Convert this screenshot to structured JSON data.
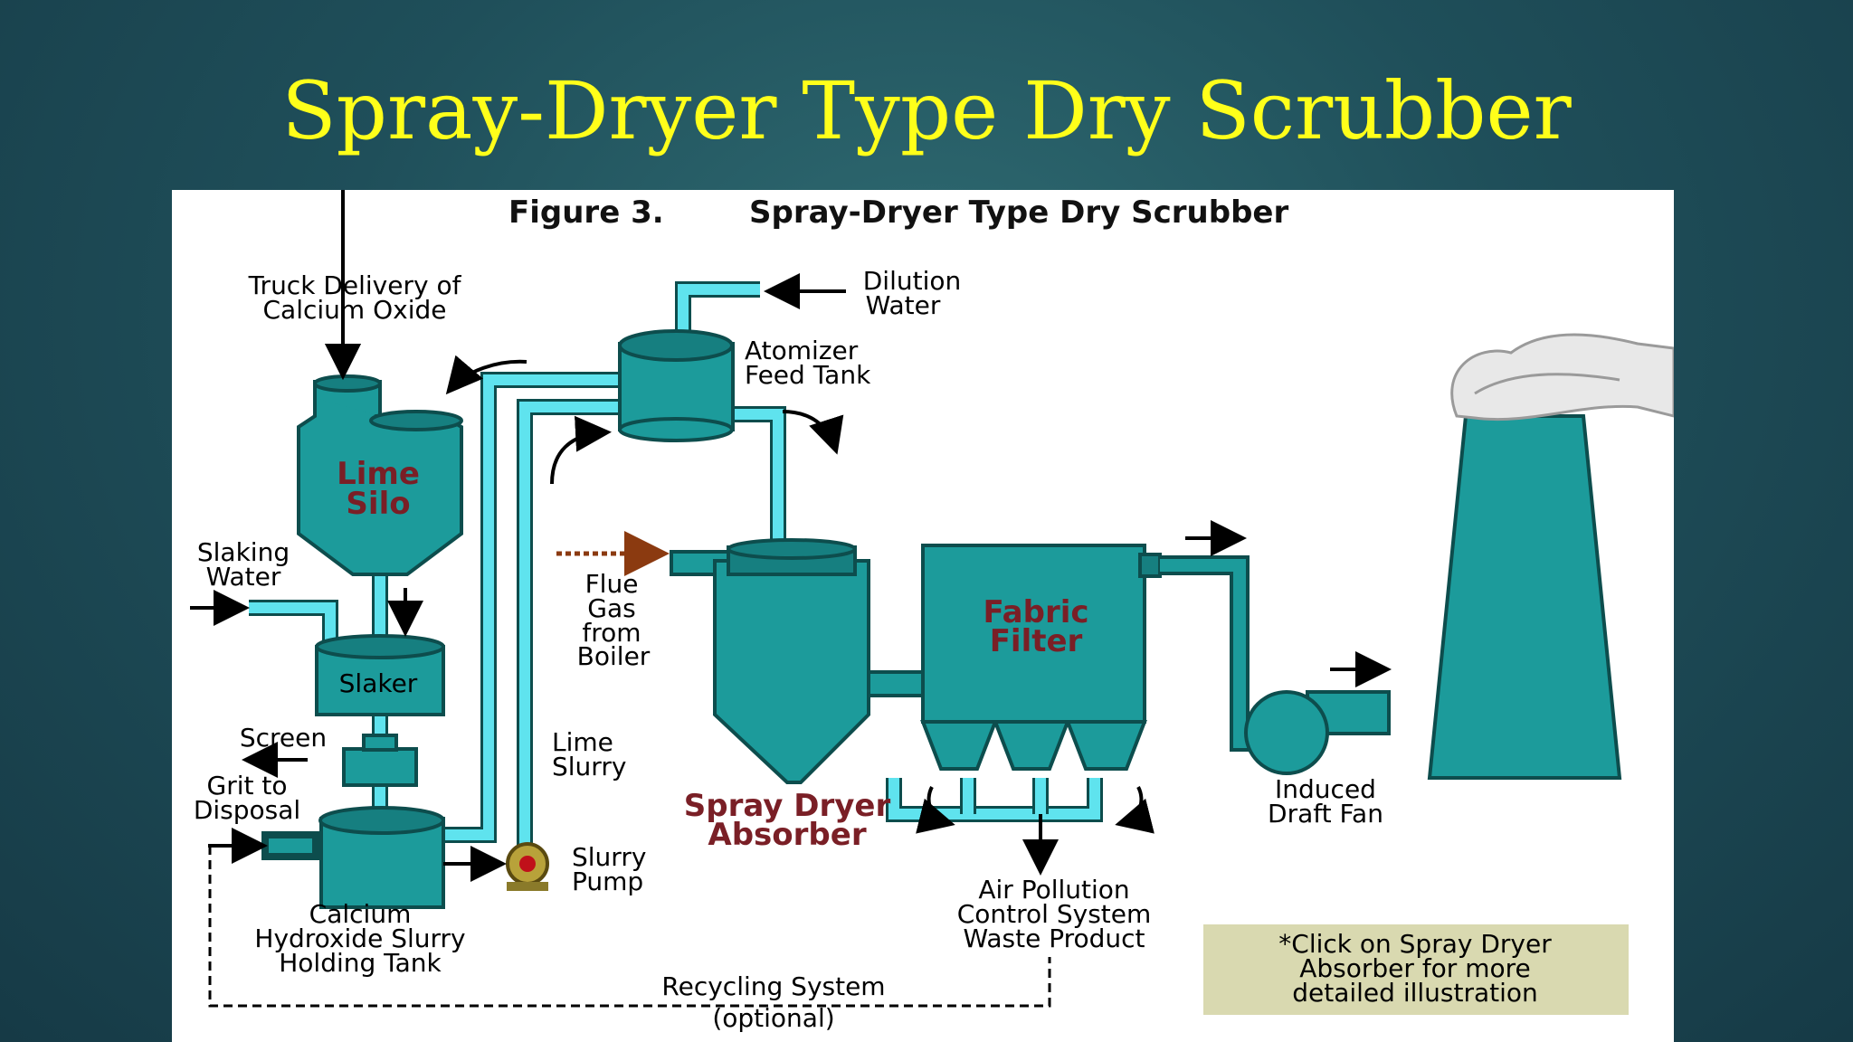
{
  "slide": {
    "title": "Spray-Dryer Type Dry Scrubber"
  },
  "figure": {
    "caption_number": "Figure 3.",
    "caption_title": "Spray-Dryer Type Dry Scrubber",
    "labels": {
      "truck_delivery_1": "Truck Delivery of",
      "truck_delivery_2": "Calcium Oxide",
      "lime_silo_1": "Lime",
      "lime_silo_2": "Silo",
      "slaking_water_1": "Slaking",
      "slaking_water_2": "Water",
      "slaker": "Slaker",
      "screen": "Screen",
      "grit_1": "Grit to",
      "grit_2": "Disposal",
      "holding_1": "Calcium",
      "holding_2": "Hydroxide Slurry",
      "holding_3": "Holding Tank",
      "dilution_1": "Dilution",
      "dilution_2": "Water",
      "atomizer_1": "Atomizer",
      "atomizer_2": "Feed Tank",
      "flue_1": "Flue",
      "flue_2": "Gas",
      "flue_3": "from",
      "flue_4": "Boiler",
      "lime_slurry_1": "Lime",
      "lime_slurry_2": "Slurry",
      "slurry_pump_1": "Slurry",
      "slurry_pump_2": "Pump",
      "absorber_1": "Spray Dryer",
      "absorber_2": "Absorber",
      "fabric_1": "Fabric",
      "fabric_2": "Filter",
      "fan_1": "Induced",
      "fan_2": "Draft Fan",
      "waste_1": "Air Pollution",
      "waste_2": "Control System",
      "waste_3": "Waste Product",
      "recycle_1": "Recycling System",
      "recycle_2": "(optional)",
      "click_1": "*Click on Spray Dryer",
      "click_2": "Absorber for more",
      "click_3": "detailed illustration"
    }
  },
  "colors": {
    "title": "#ffff1a",
    "equipment": "#1c9b9b",
    "pipe": "#5fe3ee",
    "inner_label": "#7a1f26",
    "note_box": "#d9d9b0"
  }
}
